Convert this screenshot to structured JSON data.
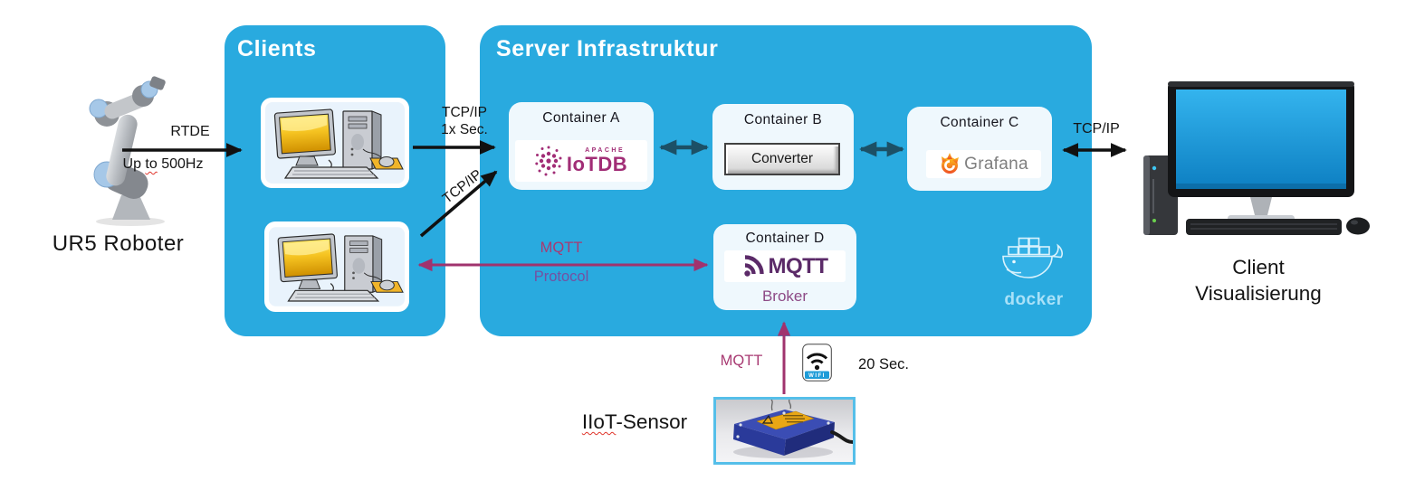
{
  "colors": {
    "box_blue": "#29aadf",
    "arrow_black": "#111111",
    "arrow_teal": "#1c5066",
    "arrow_purple": "#a0336e",
    "mqtt_logo_purple": "#5b2a68",
    "broker_text": "#8d4a86",
    "iotdb_magenta": "#a12d76",
    "grafana_orange": "#f26822",
    "grafana_text": "#7f7f7f",
    "docker_blue": "#a8e1f8",
    "wifi_band_blue": "#1e9cd8",
    "label_magenta": "#a83a72",
    "label_violet": "#7450a2"
  },
  "robot": {
    "label": "UR5 Roboter",
    "arrow_label": "RTDE",
    "speed_prefix": "Up ",
    "speed_wavy": "to",
    "speed_suffix": " 500Hz"
  },
  "clients": {
    "title": "Clients"
  },
  "server": {
    "title": "Server Infrastruktur",
    "container_a": {
      "title": "Container A",
      "logo_small": "APACHE",
      "logo": "IoTDB"
    },
    "container_b": {
      "title": "Container B",
      "button": "Converter"
    },
    "container_c": {
      "title": "Container C",
      "logo": "Grafana"
    },
    "container_d": {
      "title": "Container D",
      "logo": "MQTT",
      "subtitle": "Broker"
    },
    "docker_label": "docker"
  },
  "links": {
    "tcp_fast_line1": "TCP/IP",
    "tcp_fast_line2": "1x Sec.",
    "tcp_diagonal": "TCP/IP",
    "tcp_right": "TCP/IP",
    "mqtt_line1": "MQTT",
    "mqtt_line2": "Protocol",
    "mqtt_sensor": "MQTT",
    "sensor_interval": "20 Sec."
  },
  "wifi": {
    "label": "WIFI"
  },
  "sensor": {
    "label_wavy": "IIoT",
    "label_suffix": "-Sensor"
  },
  "client_vis": {
    "line1": "Client",
    "line2": "Visualisierung"
  }
}
